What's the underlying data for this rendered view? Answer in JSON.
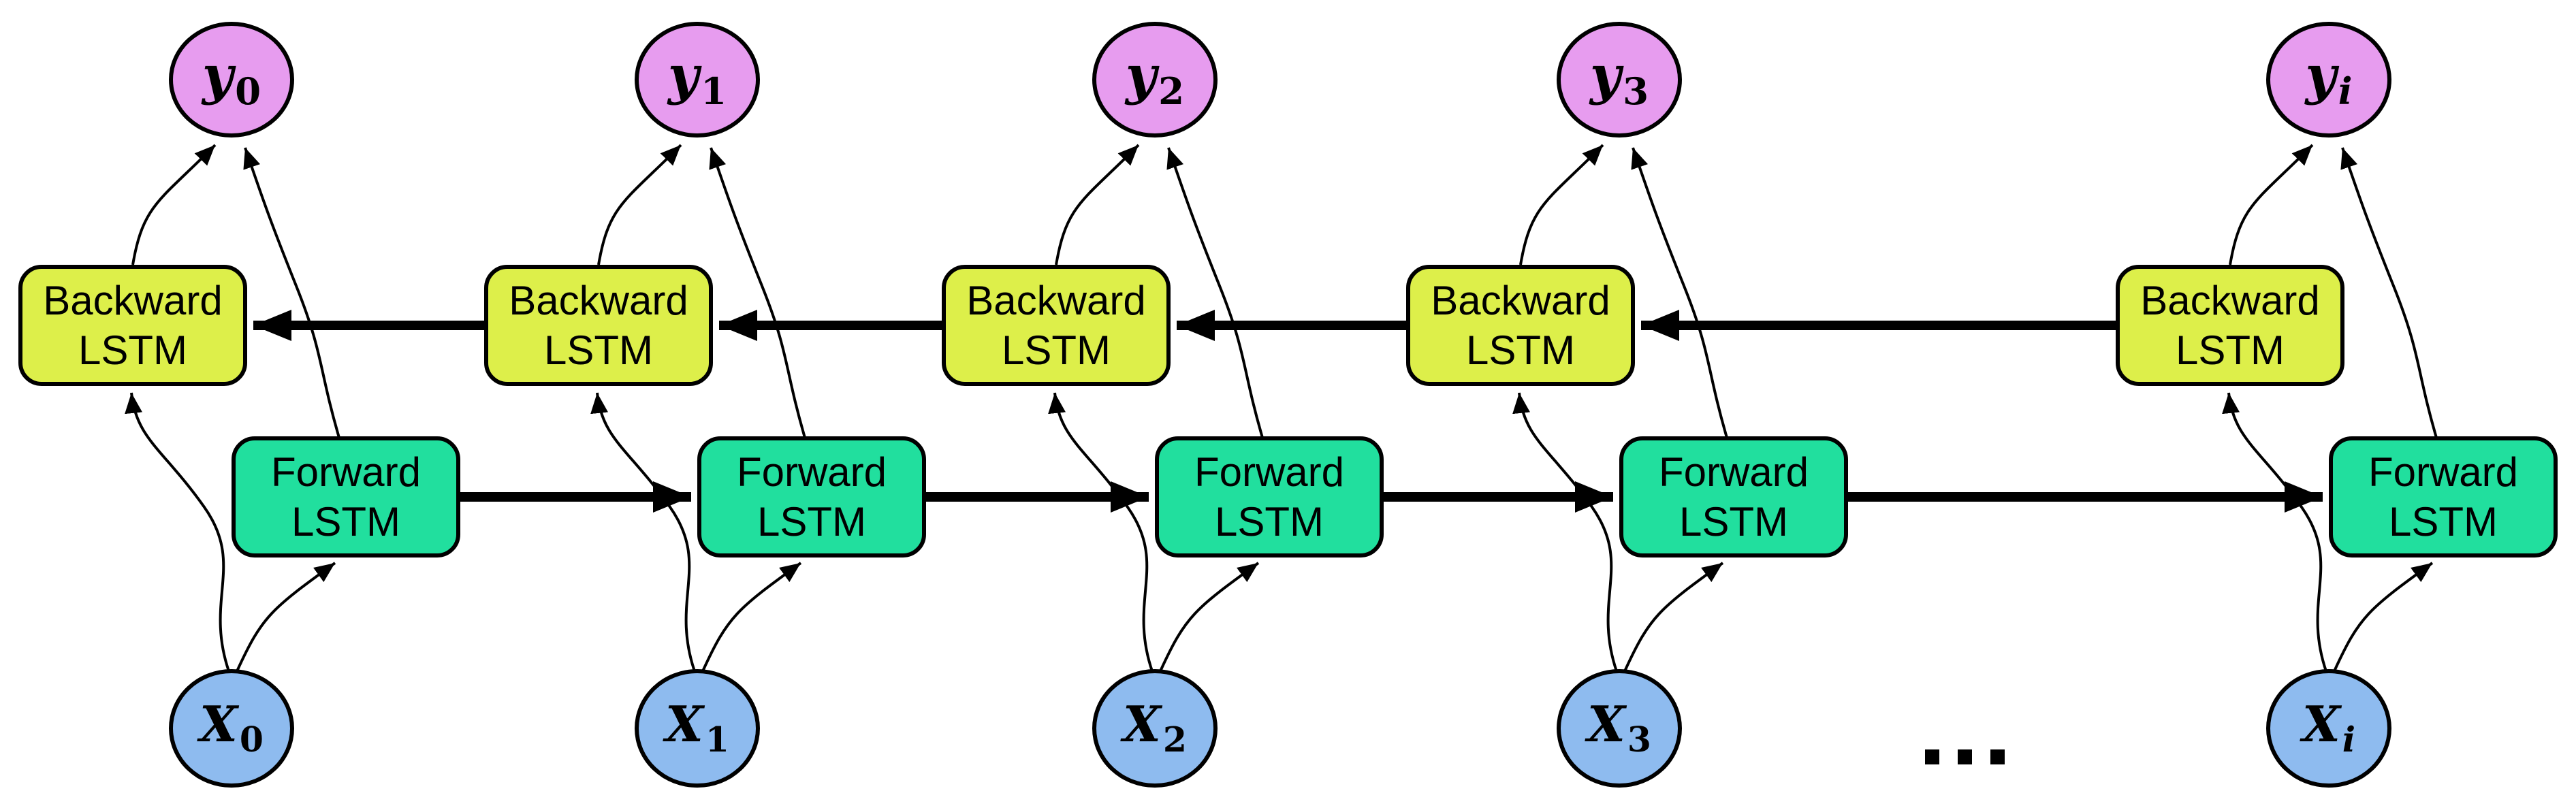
{
  "diagram": {
    "type": "bidirectional-lstm-architecture",
    "ellipsis": "...",
    "colors": {
      "output_node_fill": "#E79CEF",
      "backward_box_fill": "#DDEF4A",
      "forward_box_fill": "#21DF9E",
      "input_node_fill": "#8EBBEF",
      "edge_color": "#000000",
      "background": "#FFFFFF"
    },
    "columns": [
      {
        "id": "0",
        "output": {
          "base": "y",
          "sub": "0"
        },
        "backward": {
          "line1": "Backward",
          "line2": "LSTM"
        },
        "forward": {
          "line1": "Forward",
          "line2": "LSTM"
        },
        "input": {
          "base": "X",
          "sub": "0"
        }
      },
      {
        "id": "1",
        "output": {
          "base": "y",
          "sub": "1"
        },
        "backward": {
          "line1": "Backward",
          "line2": "LSTM"
        },
        "forward": {
          "line1": "Forward",
          "line2": "LSTM"
        },
        "input": {
          "base": "X",
          "sub": "1"
        }
      },
      {
        "id": "2",
        "output": {
          "base": "y",
          "sub": "2"
        },
        "backward": {
          "line1": "Backward",
          "line2": "LSTM"
        },
        "forward": {
          "line1": "Forward",
          "line2": "LSTM"
        },
        "input": {
          "base": "X",
          "sub": "2"
        }
      },
      {
        "id": "3",
        "output": {
          "base": "y",
          "sub": "3"
        },
        "backward": {
          "line1": "Backward",
          "line2": "LSTM"
        },
        "forward": {
          "line1": "Forward",
          "line2": "LSTM"
        },
        "input": {
          "base": "X",
          "sub": "3"
        }
      },
      {
        "id": "i",
        "output": {
          "base": "y",
          "sub": "i"
        },
        "backward": {
          "line1": "Backward",
          "line2": "LSTM"
        },
        "forward": {
          "line1": "Forward",
          "line2": "LSTM"
        },
        "input": {
          "base": "X",
          "sub": "i"
        }
      }
    ]
  }
}
